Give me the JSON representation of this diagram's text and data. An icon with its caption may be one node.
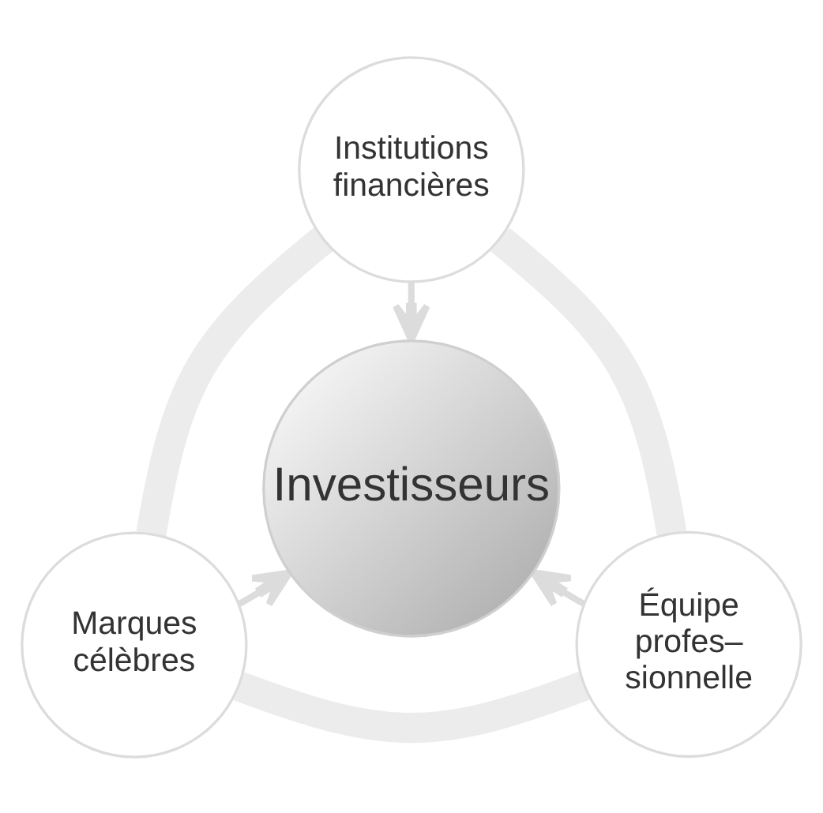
{
  "diagram": {
    "nodes": [
      {
        "text": [
          "Institutions financières"
        ]
      },
      {
        "text": [
          "Investisseurs"
        ]
      },
      {
        "text": [
          "Marques célèbres"
        ]
      },
      {
        "text": [
          "Équipe profes– sionnelle"
        ]
      }
    ],
    "edges": [
      {
        "from": 0,
        "to": 1,
        "arrow": "to"
      },
      {
        "from": 2,
        "to": 1,
        "arrow": "to"
      },
      {
        "from": 3,
        "to": 1,
        "arrow": "to"
      },
      {
        "from": 0,
        "to": 3,
        "arrow": "none",
        "style": "thick"
      },
      {
        "from": 3,
        "to": 2,
        "arrow": "none",
        "style": "thick"
      },
      {
        "from": 2,
        "to": 0,
        "arrow": "none",
        "style": "thick"
      }
    ]
  }
}
